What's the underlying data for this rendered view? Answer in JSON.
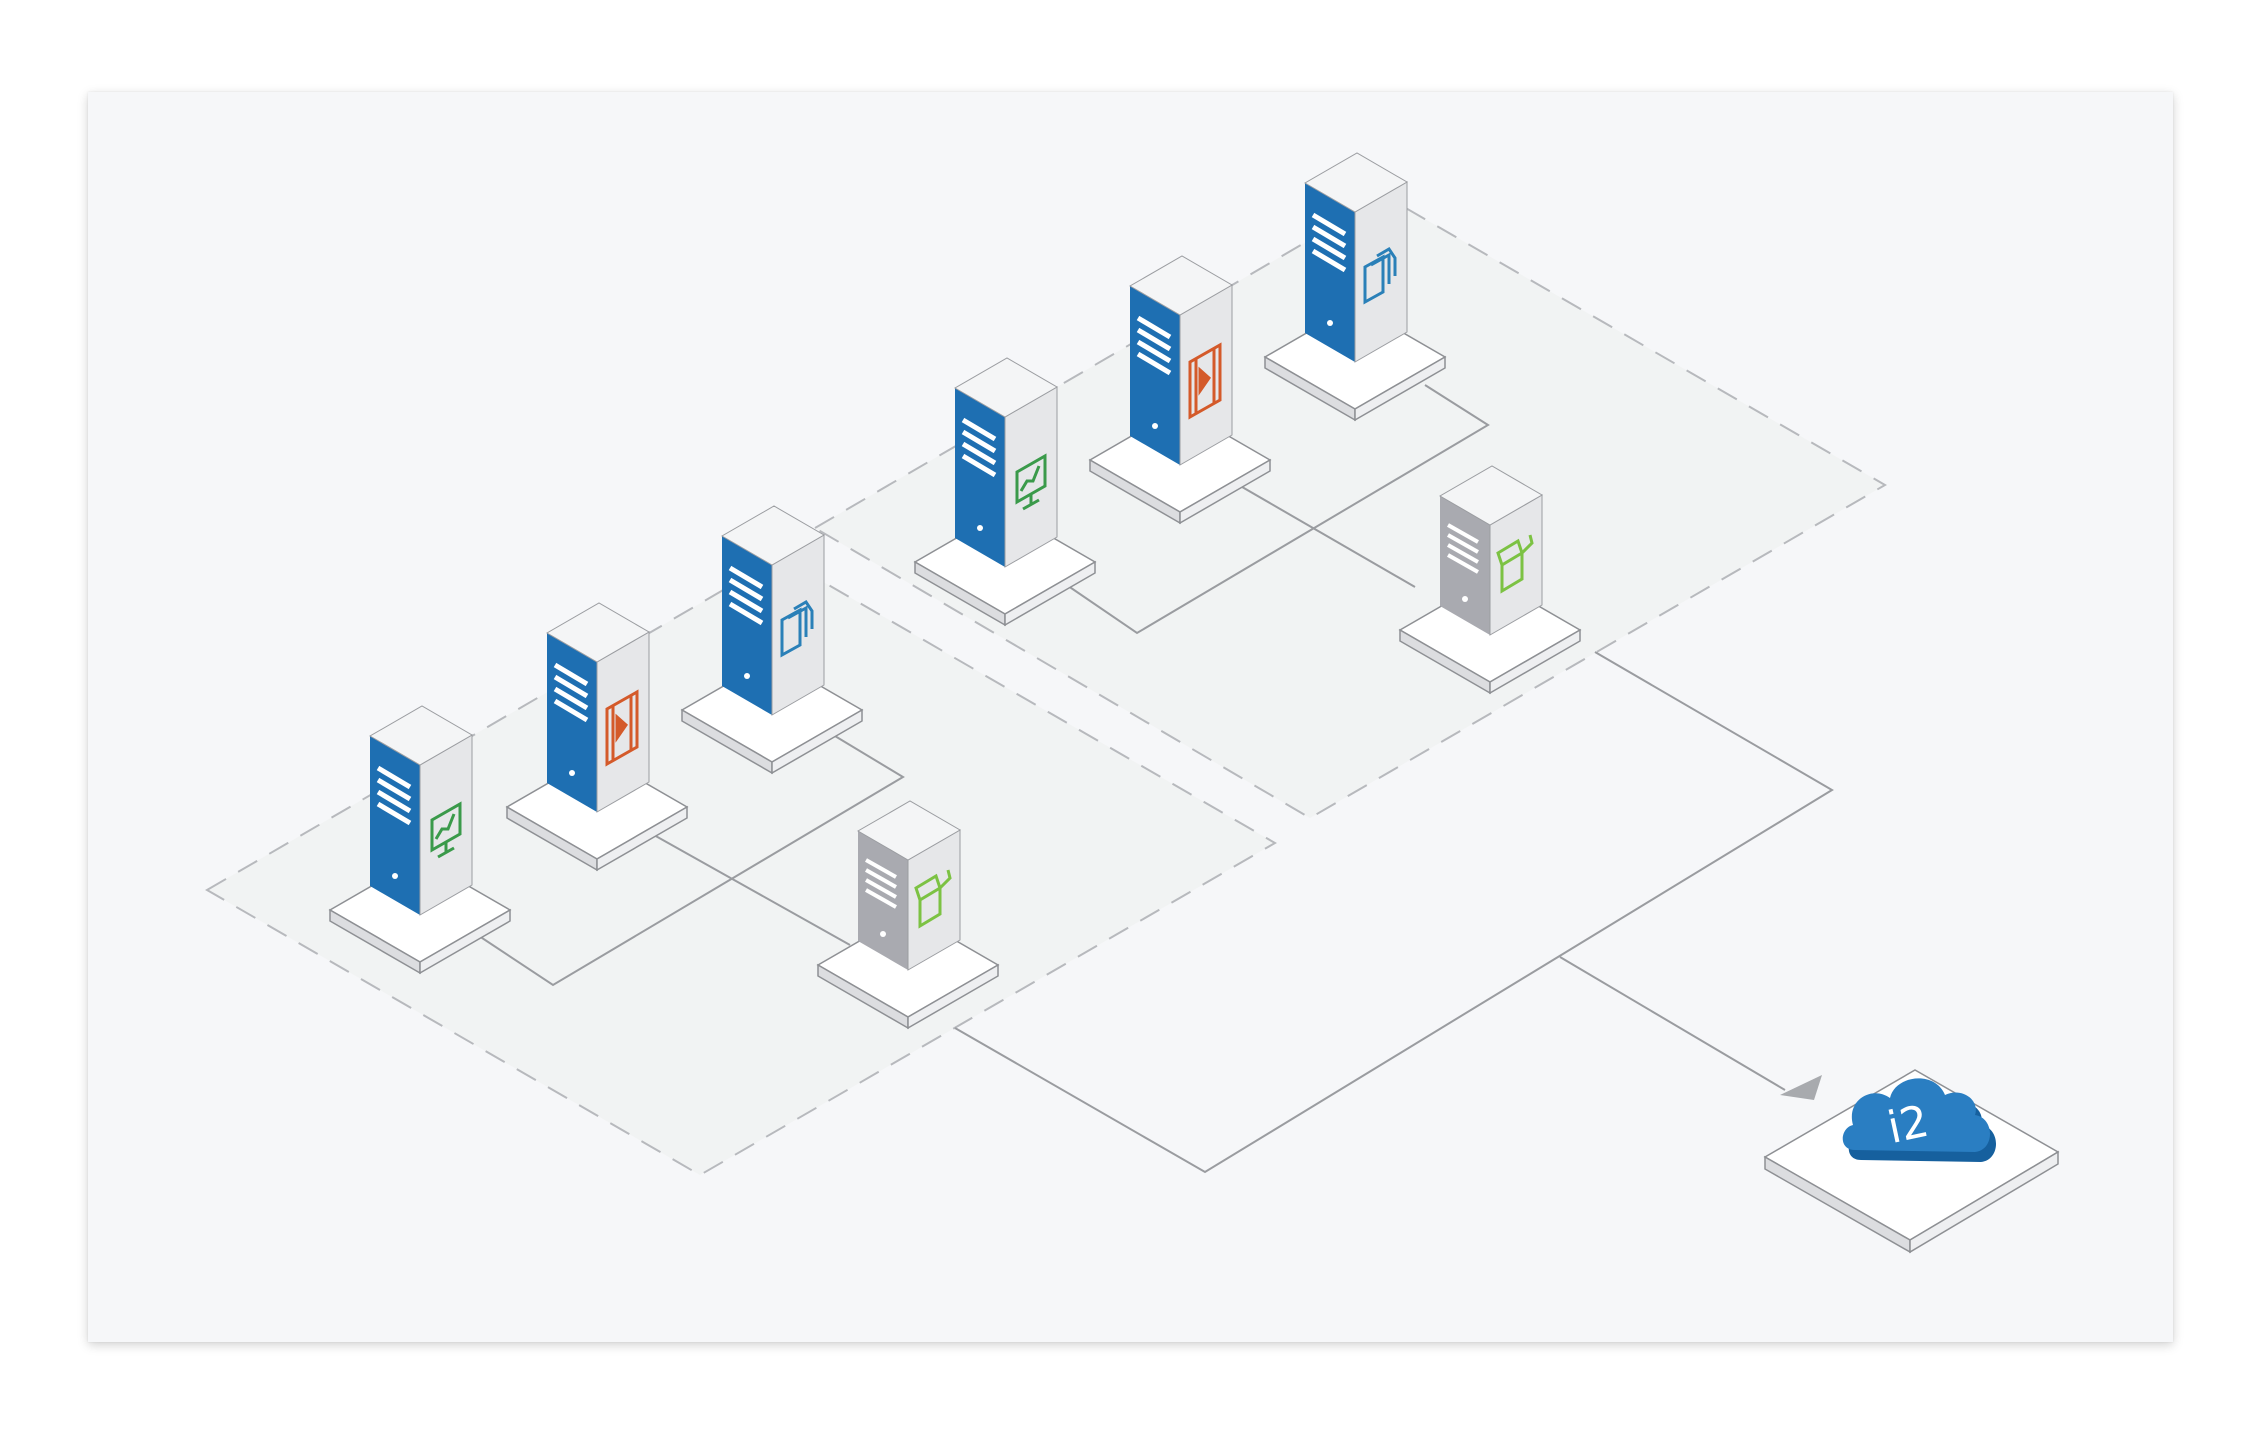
{
  "diagram": {
    "zones": [
      {
        "id": "zone-lower",
        "style": "dashed"
      },
      {
        "id": "zone-upper",
        "style": "dashed"
      }
    ],
    "nodes": [
      {
        "id": "lower-monitor-server",
        "icon": "monitor-chart-icon",
        "icon_color": "#3a9a4a",
        "body_color": "#1e6fb2"
      },
      {
        "id": "lower-video-server",
        "icon": "film-play-icon",
        "icon_color": "#d45a2a",
        "body_color": "#1e6fb2"
      },
      {
        "id": "lower-docs-server",
        "icon": "documents-icon",
        "icon_color": "#2a80b8",
        "body_color": "#1e6fb2"
      },
      {
        "id": "lower-gateway-server",
        "icon": "box-icon",
        "icon_color": "#7cc243",
        "body_color": "#a9aab0"
      },
      {
        "id": "upper-monitor-server",
        "icon": "monitor-chart-icon",
        "icon_color": "#3a9a4a",
        "body_color": "#1e6fb2"
      },
      {
        "id": "upper-video-server",
        "icon": "film-play-icon",
        "icon_color": "#d45a2a",
        "body_color": "#1e6fb2"
      },
      {
        "id": "upper-docs-server",
        "icon": "documents-icon",
        "icon_color": "#2a80b8",
        "body_color": "#1e6fb2"
      },
      {
        "id": "upper-gateway-server",
        "icon": "box-icon",
        "icon_color": "#7cc243",
        "body_color": "#a9aab0"
      }
    ],
    "destination": {
      "id": "i2-cloud",
      "label": "i2",
      "icon": "cloud-icon",
      "color": "#1e6fb2"
    },
    "colors": {
      "line": "#9a9ca0",
      "dash": "#b7b9bd",
      "tile": "#ffffff",
      "arrow": "#a8aaae"
    }
  }
}
